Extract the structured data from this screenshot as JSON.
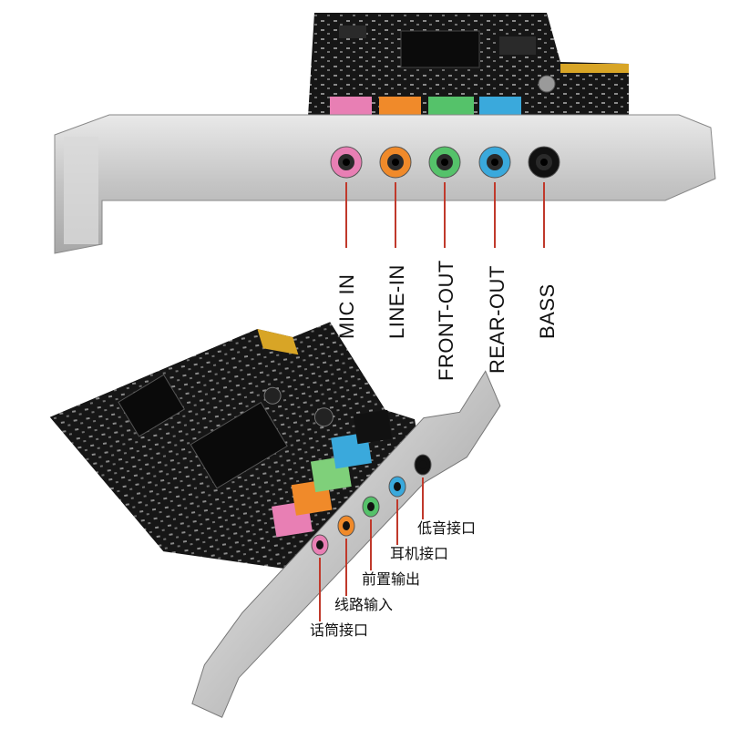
{
  "top_card": {
    "ports": [
      {
        "label": "MIC IN",
        "color": "#e87fb4"
      },
      {
        "label": "LINE-IN",
        "color": "#f08a2a"
      },
      {
        "label": "FRONT-OUT",
        "color": "#55c26a"
      },
      {
        "label": "REAR-OUT",
        "color": "#3aa9dc"
      },
      {
        "label": "BASS",
        "color": "#111111"
      }
    ],
    "leader_color": "#c0392b"
  },
  "bottom_card": {
    "ports": [
      {
        "label": "话筒接口",
        "color": "#e87fb4"
      },
      {
        "label": "线路输入",
        "color": "#f08a2a"
      },
      {
        "label": "前置输出",
        "color": "#55c26a"
      },
      {
        "label": "耳机接口",
        "color": "#3aa9dc"
      },
      {
        "label": "低音接口",
        "color": "#111111"
      }
    ],
    "leader_color": "#c0392b"
  },
  "pcb_color": "#141414",
  "bracket_color": "#cfcfcf"
}
